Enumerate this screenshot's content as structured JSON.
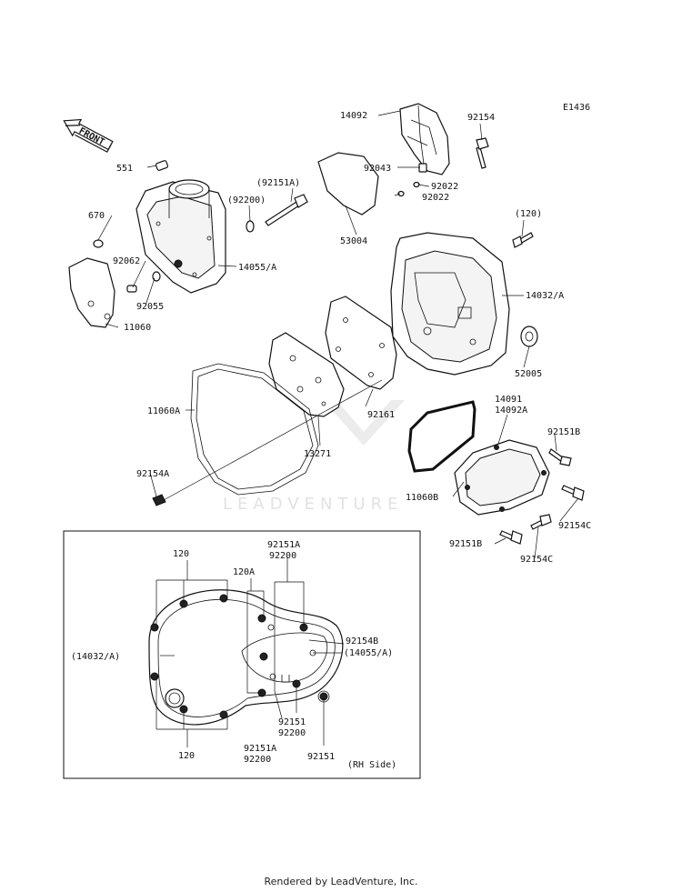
{
  "diagram_code": "E1436",
  "front_arrow_label": "FRONT",
  "watermark": "LEADVENTURE",
  "footer": "Rendered by LeadVenture, Inc.",
  "labels": {
    "p551": "551",
    "p670": "670",
    "p92062": "92062",
    "p92055": "92055",
    "p11060": "11060",
    "p14055A": "14055/A",
    "p92200": "(92200)",
    "p92151A": "(92151A)",
    "p14092": "14092",
    "p92154": "92154",
    "p92043": "92043",
    "p92022a": "92022",
    "p92022b": "92022",
    "p53004": "53004",
    "p120": "(120)",
    "p14032A": "14032/A",
    "p52005": "52005",
    "p11060A": "11060A",
    "p92161": "92161",
    "p13271": "13271",
    "p14091": "14091",
    "p14092A": "14092A",
    "p92151B_top": "92151B",
    "p11060B": "11060B",
    "p92154C_right": "92154C",
    "p92151B_bottom": "92151B",
    "p92154C_bottom": "92154C",
    "p92154A": "92154A"
  },
  "inset": {
    "l120_top": "120",
    "l120A": "120A",
    "l92151A_top": "92151A",
    "l92200_top": "92200",
    "l92154B": "92154B",
    "l14055A": "(14055/A)",
    "l14032A": "(14032/A)",
    "l92151": "92151",
    "l92200_mid": "92200",
    "l92151A_bottom": "92151A",
    "l92200_bottom": "92200",
    "l92151_right": "92151",
    "l120_bottom": "120",
    "rh_side": "(RH Side)"
  }
}
